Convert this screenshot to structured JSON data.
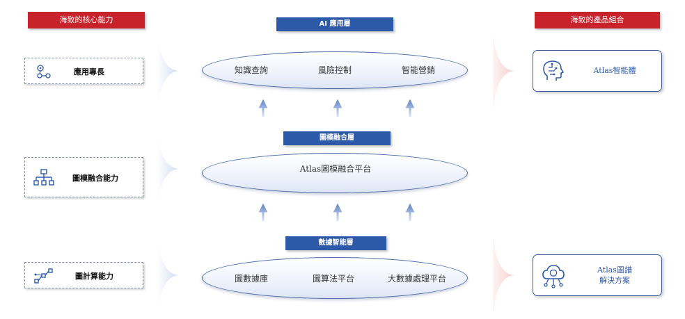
{
  "left_header": "海致的核心能力",
  "right_header": "海致的產品組合",
  "capabilities": [
    {
      "label": "應用專長",
      "icon": "network-nodes-icon"
    },
    {
      "label": "圖模融合能力",
      "icon": "hierarchy-icon"
    },
    {
      "label": "圖計算能力",
      "icon": "graph-flow-icon"
    }
  ],
  "layers": {
    "app": {
      "title": "AI 應用層",
      "items": [
        "知識查詢",
        "風險控制",
        "智能營銷"
      ]
    },
    "fusion": {
      "title": "圖模融合層",
      "items": [
        "Atlas圖模融合平台"
      ]
    },
    "data": {
      "title": "數據智能層",
      "items": [
        "圖數據庫",
        "圖算法平台",
        "大數據處理平台"
      ]
    }
  },
  "products": [
    {
      "line1": "Atlas智能體",
      "line2": "",
      "icon": "ai-head-icon"
    },
    {
      "line1": "Atlas圖譜",
      "line2": "解決方案",
      "icon": "cloud-network-icon"
    }
  ],
  "colors": {
    "red": "#c8232b",
    "blue": "#2d5aa8",
    "arrow": "#6f8fc9"
  }
}
